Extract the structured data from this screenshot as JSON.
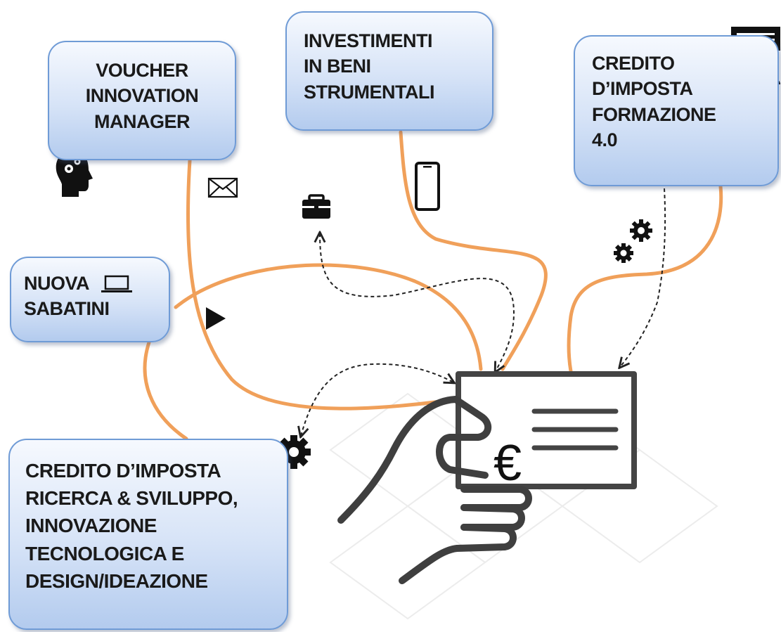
{
  "boxes": {
    "voucher": {
      "lines": [
        "VOUCHER",
        "INNOVATION",
        "MANAGER"
      ]
    },
    "investimenti": {
      "lines": [
        "INVESTIMENTI",
        "IN BENI",
        "STRUMENTALI"
      ]
    },
    "formazione": {
      "lines": [
        "CREDITO",
        "D’IMPOSTA",
        "FORMAZIONE",
        "4.0"
      ]
    },
    "sabatini": {
      "lines": [
        "NUOVA",
        "SABATINI"
      ]
    },
    "ricerca": {
      "lines": [
        "CREDITO D’IMPOSTA",
        "RICERCA & SVILUPPO,",
        "INNOVAZIONE",
        "TECNOLOGICA E",
        "DESIGN/IDEAZIONE"
      ]
    }
  },
  "cheque": {
    "currency_symbol": "€"
  },
  "icons": [
    "head-gears-icon",
    "envelope-icon",
    "briefcase-icon",
    "smartphone-icon",
    "presentation-group-icon",
    "gears-icon",
    "laptop-icon",
    "play-arrow-icon",
    "gear-icon",
    "hand-holding-cheque-icon"
  ],
  "colors": {
    "connector": "#f0a05a",
    "box_border": "#6f9bd6",
    "box_fill_top": "#f6f9fe",
    "box_fill_bottom": "#b3cbee",
    "icon": "#111111",
    "hand_outline": "#3f3f3f"
  }
}
